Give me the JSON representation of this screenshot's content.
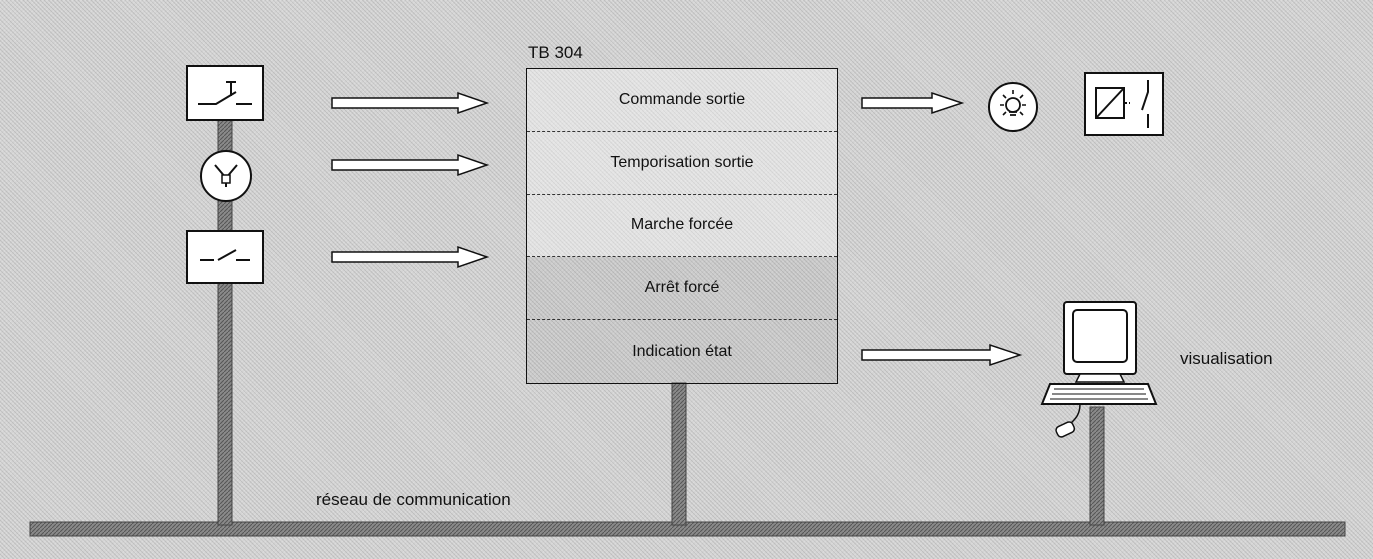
{
  "module": {
    "title": "TB 304",
    "rows": [
      {
        "label": "Commande sortie"
      },
      {
        "label": "Temporisation sortie"
      },
      {
        "label": "Marche forcée"
      },
      {
        "label": "Arrêt forcé"
      },
      {
        "label": "Indication état"
      }
    ]
  },
  "labels": {
    "network": "réseau de communication",
    "visualisation": "visualisation"
  },
  "icons": {
    "pushbutton": "pushbutton-icon",
    "timer": "timer-clock-icon",
    "switch": "switch-icon",
    "lamp": "lamp-icon",
    "relay": "relay-icon",
    "computer": "computer-terminal-icon"
  }
}
